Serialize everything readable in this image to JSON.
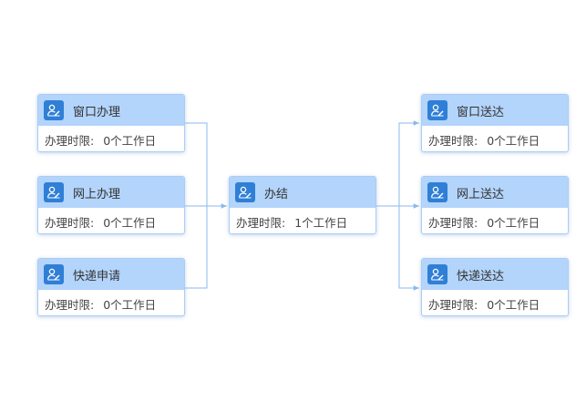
{
  "colors": {
    "header_bg": "#b3d4fb",
    "icon_bg": "#2f7fd6",
    "border": "#a9cdf5",
    "connector": "#8ab9ec"
  },
  "icon": "person-with-pen-icon",
  "nodes": {
    "window_handle": {
      "title": "窗口办理",
      "label": "办理时限:",
      "value": "0个工作日"
    },
    "online_handle": {
      "title": "网上办理",
      "label": "办理时限:",
      "value": "0个工作日"
    },
    "express_apply": {
      "title": "快递申请",
      "label": "办理时限:",
      "value": "0个工作日"
    },
    "conclude": {
      "title": "办结",
      "label": "办理时限:",
      "value": "1个工作日"
    },
    "window_deliver": {
      "title": "窗口送达",
      "label": "办理时限:",
      "value": "0个工作日"
    },
    "online_deliver": {
      "title": "网上送达",
      "label": "办理时限:",
      "value": "0个工作日"
    },
    "express_deliver": {
      "title": "快递送达",
      "label": "办理时限:",
      "value": "0个工作日"
    }
  }
}
